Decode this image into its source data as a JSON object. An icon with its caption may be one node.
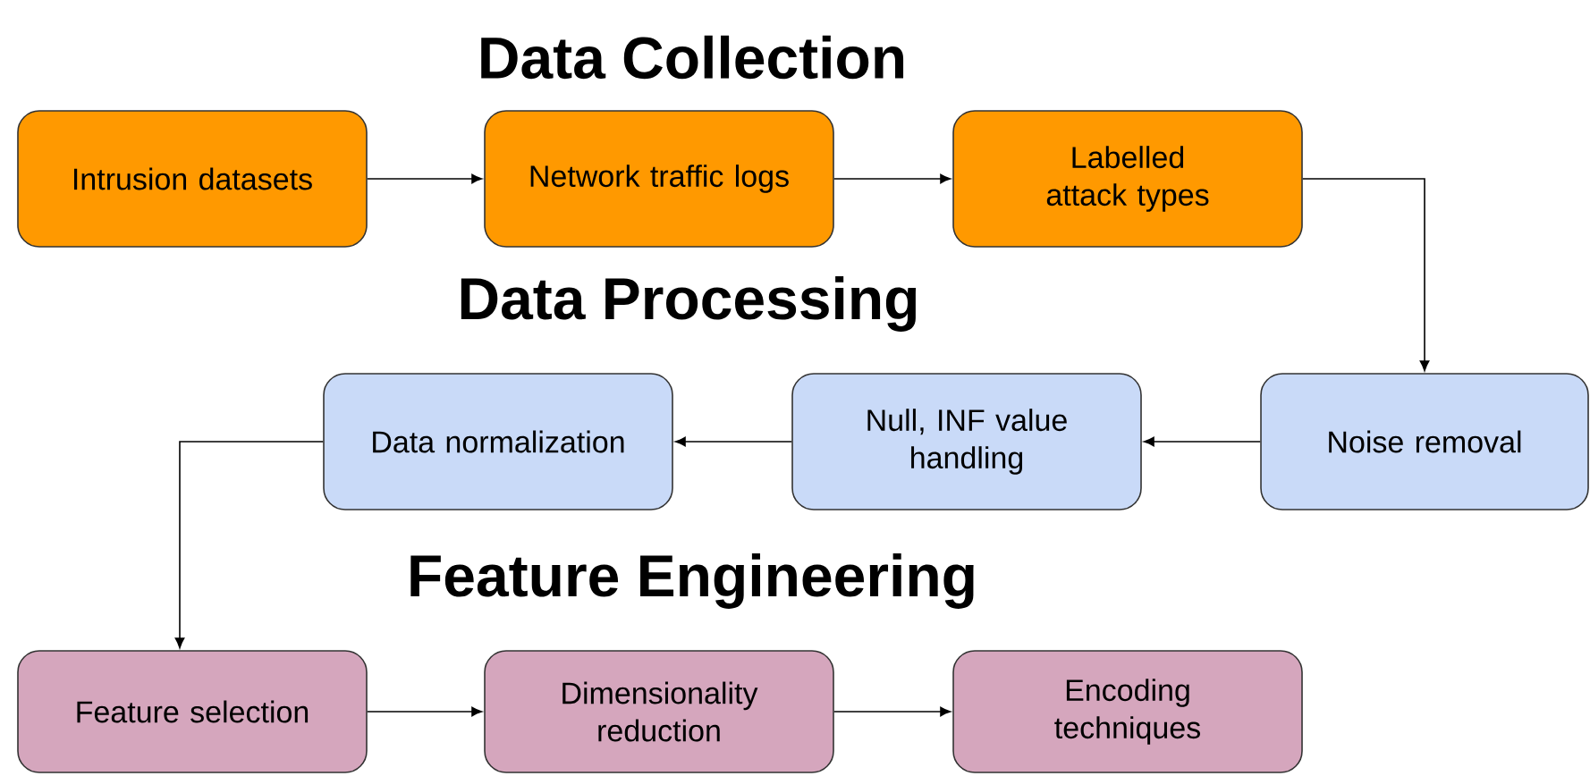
{
  "diagram": {
    "nodes": [
      {
        "text": [
          "Intrusion datasets"
        ]
      },
      {
        "text": [
          "Network traffic logs"
        ]
      },
      {
        "text": [
          "Labelled attack types"
        ]
      },
      {
        "text": [
          "Noise removal"
        ]
      },
      {
        "text": [
          "Null, INF value handling"
        ]
      },
      {
        "text": [
          "Data normalization"
        ]
      },
      {
        "text": [
          "Feature selection"
        ]
      },
      {
        "text": [
          "Dimensionality reduction"
        ]
      },
      {
        "text": [
          "Encoding techniques"
        ]
      }
    ],
    "edges": [
      {
        "from": 0,
        "to": 1,
        "arrow": "to"
      },
      {
        "from": 1,
        "to": 2,
        "arrow": "to"
      },
      {
        "from": 2,
        "to": 3,
        "arrow": "to"
      },
      {
        "from": 3,
        "to": 4,
        "arrow": "to"
      },
      {
        "from": 4,
        "to": 5,
        "arrow": "to"
      },
      {
        "from": 5,
        "to": 6,
        "arrow": "to"
      },
      {
        "from": 6,
        "to": 7,
        "arrow": "to"
      },
      {
        "from": 7,
        "to": 8,
        "arrow": "to"
      }
    ],
    "labels": [
      "Data Collection",
      "Data Processing",
      "Feature Engineering"
    ]
  }
}
